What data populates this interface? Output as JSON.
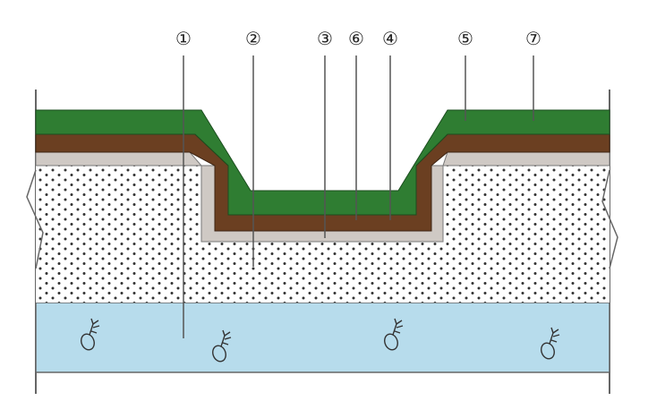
{
  "diagram": {
    "callouts": [
      {
        "id": "c1",
        "label": "①"
      },
      {
        "id": "c2",
        "label": "②"
      },
      {
        "id": "c3",
        "label": "③"
      },
      {
        "id": "c6",
        "label": "⑥"
      },
      {
        "id": "c4",
        "label": "④"
      },
      {
        "id": "c5",
        "label": "⑤"
      },
      {
        "id": "c7",
        "label": "⑦"
      }
    ],
    "colors": {
      "green_layer": "#2f7d32",
      "brown_layer": "#6b3f21",
      "grey_layer": "#cfc9c4",
      "soil_bg": "#ffffff",
      "soil_dot": "#333333",
      "water": "#b7dcec",
      "outline": "#444444",
      "leader": "#555555"
    },
    "icons": [
      "plant-seedling-icon",
      "plant-seedling-icon",
      "plant-seedling-icon",
      "plant-seedling-icon"
    ]
  }
}
